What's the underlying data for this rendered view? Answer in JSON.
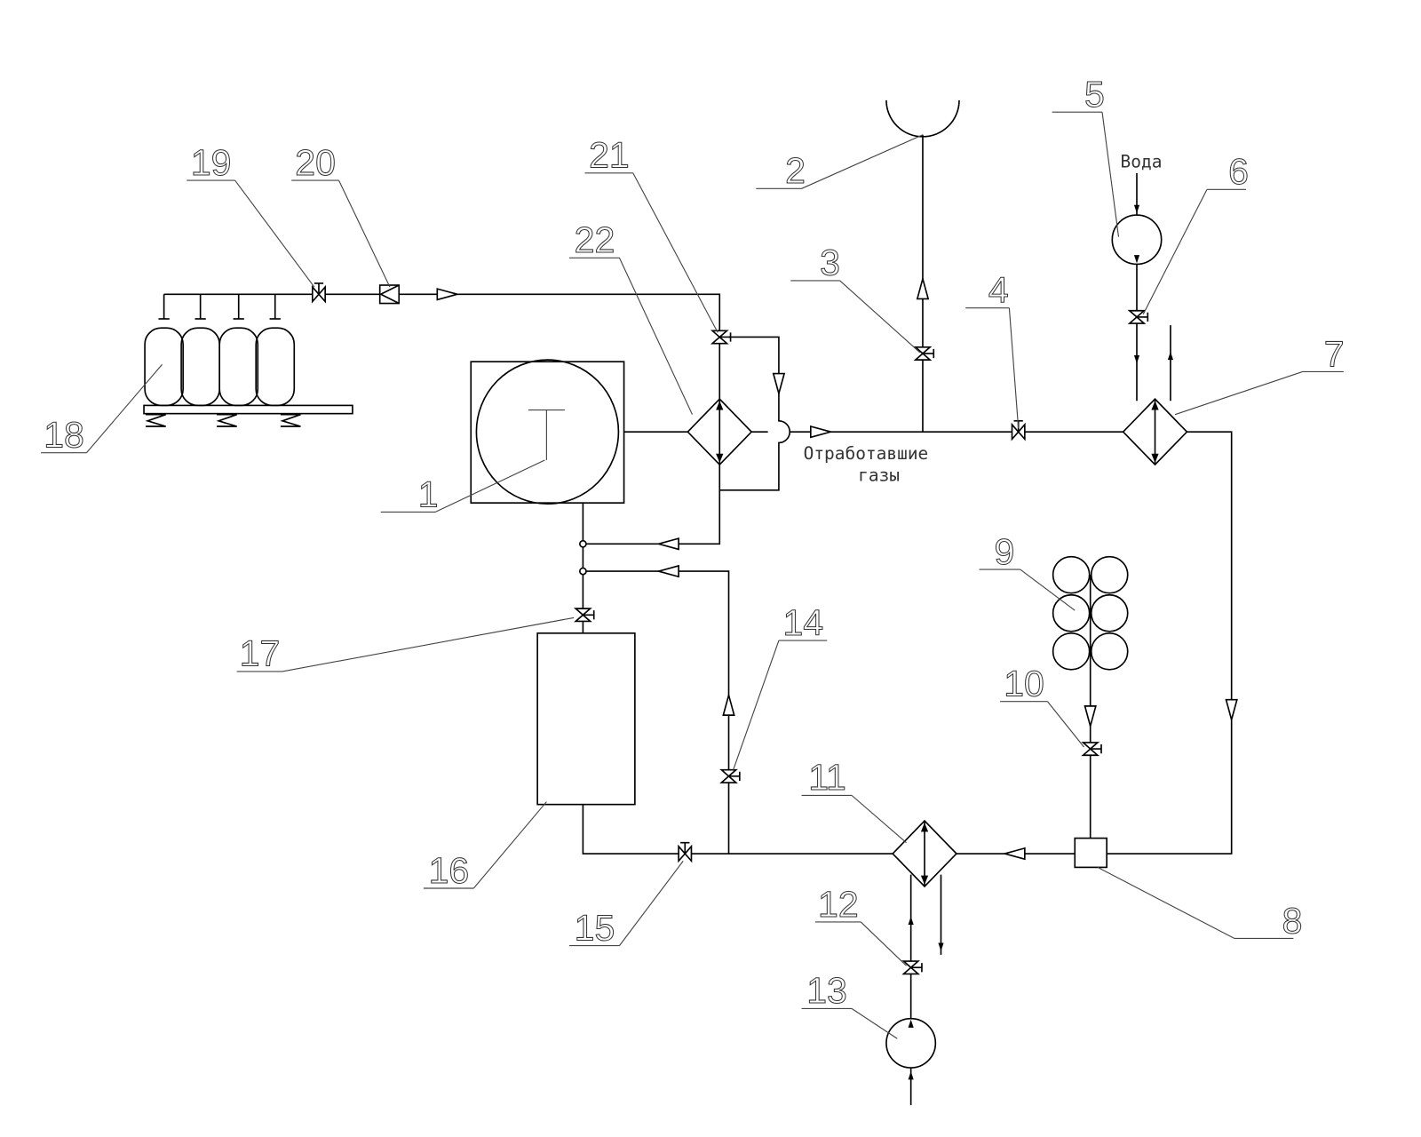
{
  "callouts": [
    "1",
    "2",
    "3",
    "4",
    "5",
    "6",
    "7",
    "8",
    "9",
    "10",
    "11",
    "12",
    "13",
    "14",
    "15",
    "16",
    "17",
    "18",
    "19",
    "20",
    "21",
    "22"
  ],
  "captions": {
    "exhaust_line1": "Отработавшие",
    "exhaust_line2": "газы",
    "water": "Вода"
  }
}
